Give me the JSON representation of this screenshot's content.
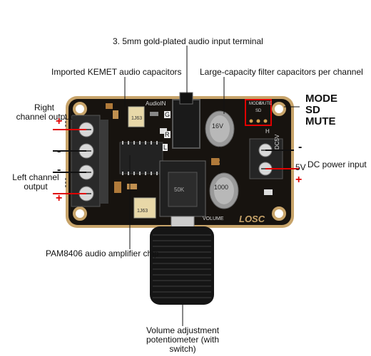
{
  "labels": {
    "audio_terminal": "3. 5mm gold-plated audio input terminal",
    "kemet_caps": "Imported KEMET audio capacitors",
    "filter_caps": "Large-capacity filter capacitors per channel",
    "right_output": "Right\nchannel output",
    "left_output": "Left channel\noutput",
    "pam_chip": "PAM8406 audio amplifier chip",
    "volume_pot": "Volume adjustment\npotentiometer (with switch)",
    "dc_input": "DC power input",
    "voltage": "5V",
    "mode": "MODE",
    "sd": "SD",
    "mute": "MUTE"
  },
  "polarity": {
    "plus": "+",
    "minus": "-"
  },
  "board_text": {
    "audioin": "AudioIN",
    "g": "G",
    "r": "R",
    "l": "L",
    "h": "H",
    "dc5v": "DC5V",
    "volume": "VOLUME",
    "brand": "LOSC",
    "cap_rating": "16V",
    "cap_value": "1000",
    "pot_code": "50K",
    "small_ic": "1J63",
    "small_ic2": "1J63",
    "header_mode": "MODE",
    "header_sd": "SD",
    "header_mute": "MUTE"
  },
  "colors": {
    "board": "#17130f",
    "board_edge": "#c8a46a",
    "terminal_green": "#252525",
    "red_line": "#e00000",
    "knob": "#151515"
  }
}
